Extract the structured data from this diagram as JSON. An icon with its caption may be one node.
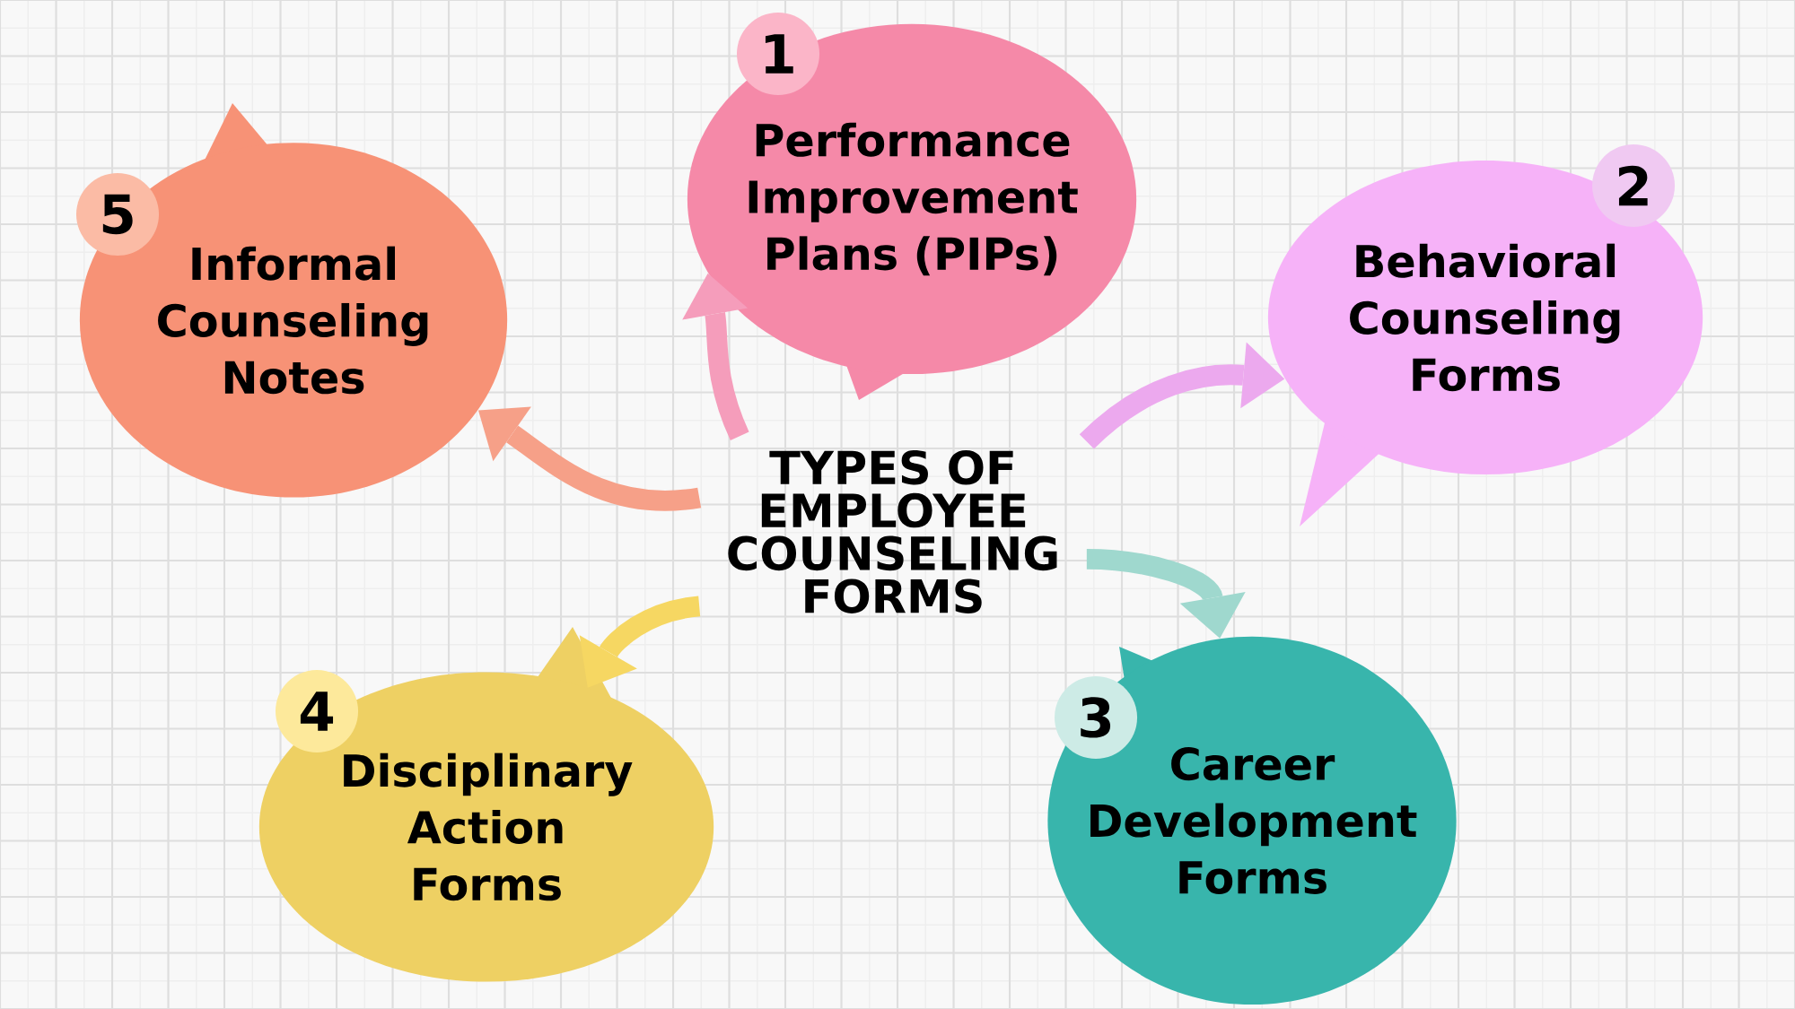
{
  "diagram": {
    "nodes": [
      {
        "text": [
          "TYPES OF EMPLOYEE COUNSELING FORMS"
        ]
      },
      {
        "text": [
          "1",
          "Performance Improvement Plans (PIPs)"
        ]
      },
      {
        "text": [
          "2",
          "Behavioral Counseling Forms"
        ]
      },
      {
        "text": [
          "3",
          "Career Development Forms"
        ]
      },
      {
        "text": [
          "4",
          "Disciplinary Action Forms"
        ]
      },
      {
        "text": [
          "5",
          "Informal Counseling Notes"
        ]
      }
    ],
    "edges": [
      {
        "from": 0,
        "to": 1,
        "arrow": "to",
        "color": "#f59dbb"
      },
      {
        "from": 0,
        "to": 2,
        "arrow": "to",
        "color": "#eca9ee"
      },
      {
        "from": 0,
        "to": 3,
        "arrow": "to",
        "color": "#9fd8ce"
      },
      {
        "from": 0,
        "to": 4,
        "arrow": "to",
        "color": "#f6d762"
      },
      {
        "from": 0,
        "to": 5,
        "arrow": "to",
        "color": "#f6a088"
      }
    ]
  }
}
